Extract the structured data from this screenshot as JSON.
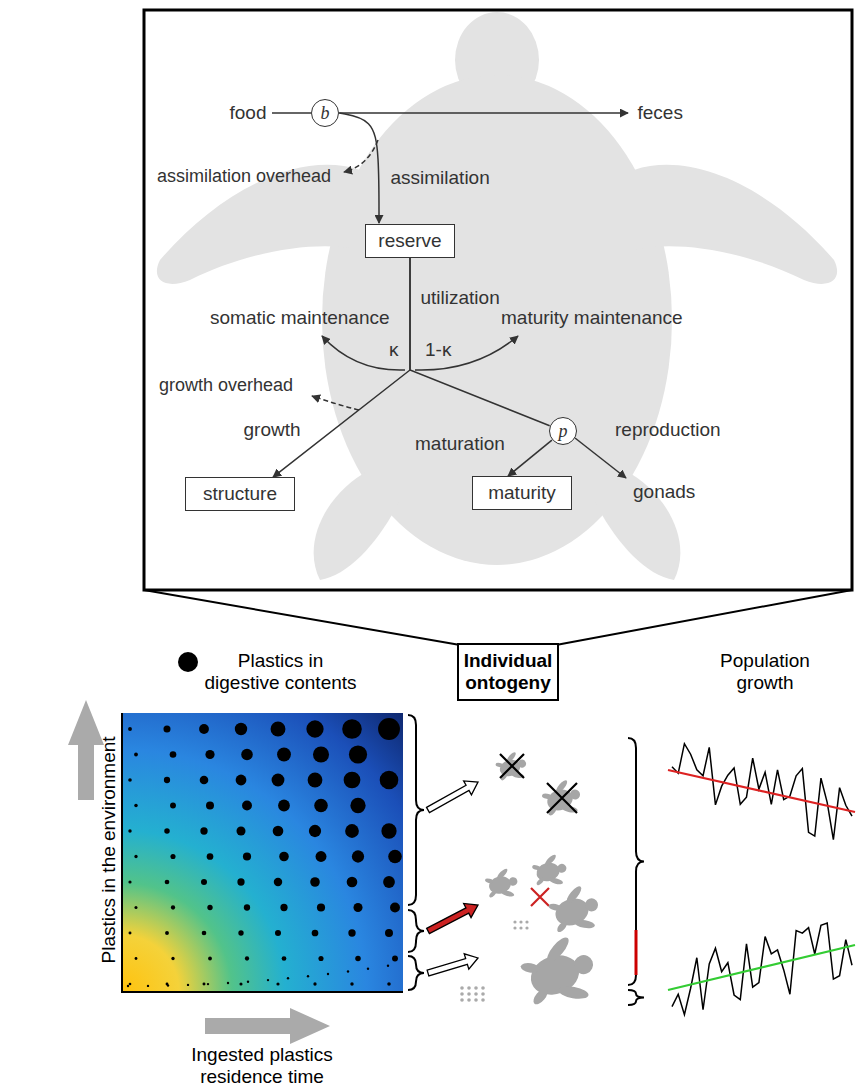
{
  "diagram": {
    "nodes": [
      {
        "text": [
          "b"
        ]
      },
      {
        "text": [
          "reserve"
        ]
      },
      {
        "text": [
          "structure"
        ]
      },
      {
        "text": [
          "maturity"
        ]
      },
      {
        "text": [
          "p"
        ]
      },
      {
        "text": [
          "Individual ontogeny"
        ]
      }
    ],
    "edges": [
      {
        "from": 0,
        "to": 1,
        "arrow": "to",
        "label": "assimilation"
      },
      {
        "from": 1,
        "to": 2,
        "arrow": "to",
        "label": "growth"
      },
      {
        "from": 1,
        "to": 4,
        "arrow": "none"
      },
      {
        "from": 4,
        "to": 3,
        "arrow": "to",
        "label": "maturation"
      }
    ],
    "labels": [
      "food",
      "feces",
      "assimilation overhead",
      "utilization",
      "somatic maintenance",
      "maturity maintenance",
      "growth overhead",
      "κ",
      "1-κ",
      "reproduction",
      "gonads",
      "Plastics in the environment",
      "Ingested plastics residence time",
      "Population growth"
    ],
    "legend": [
      {
        "text": "Plastics in digestive contents"
      }
    ]
  }
}
